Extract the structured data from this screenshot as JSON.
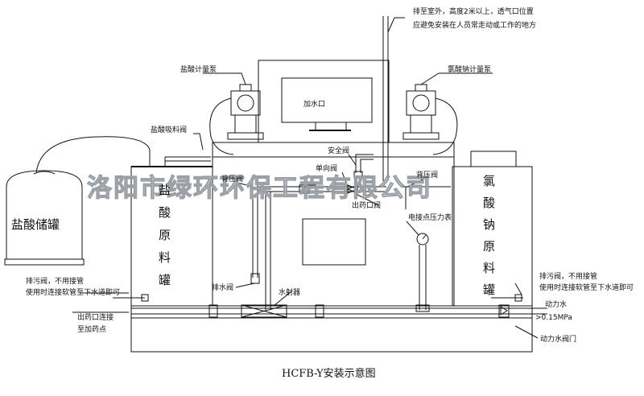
{
  "labels": {
    "vent_note_1": "排至室外，高度2米以上，透气口位置",
    "vent_note_2": "应避免安装在人员常走动或工作的地方",
    "hcl_pump": "盐酸计量泵",
    "naclo_pump": "氯酸钠计量泵",
    "fill_port": "加水口",
    "hcl_suction_valve": "盐酸吸料阀",
    "safety_valve": "安全阀",
    "back_pressure_valve_left": "背压阀",
    "check_valve": "单向阀",
    "back_pressure_valve_right": "背压阀",
    "outlet_valve": "出药口阀",
    "contact_gauge": "电接点压力表",
    "hcl_storage_tank": "盐酸储罐",
    "hcl_raw_tank": "盐酸原料罐",
    "naclo_raw_tank": "氯酸钠原料罐",
    "drain_valve": "排水阀",
    "ejector": "水射器",
    "left_drain_note_1": "排污阀，不用接管",
    "left_drain_note_2": "使用时连接软管至下水道即可",
    "left_outlet_note_1": "出药口连接",
    "left_outlet_note_2": "至加药点",
    "right_drain_note_1": "排污阀，不用接管",
    "right_drain_note_2": "使用时连接软管至下水道即可",
    "power_water": "动力水",
    "pressure": ">0.15MPa",
    "power_water_valve": "动力水阀门"
  },
  "watermark": "洛阳市绿环环保工程有限公司",
  "title": "HCFB-Y安装示意图"
}
